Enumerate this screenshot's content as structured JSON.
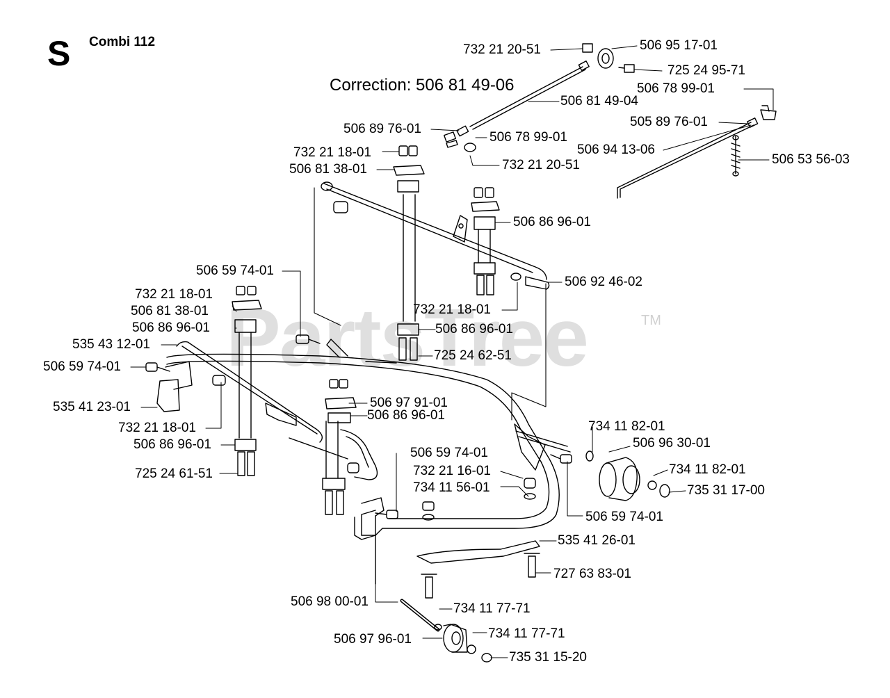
{
  "header": {
    "section_letter": "S",
    "model": "Combi 112",
    "correction": "Correction: 506 81 49-06"
  },
  "watermark": {
    "text": "PartsTree",
    "tm": "TM"
  },
  "parts": [
    "732 21 20-51",
    "506 95 17-01",
    "725 24 95-71",
    "506 78 99-01",
    "506 81 49-04",
    "505 89 76-01",
    "506 89 76-01",
    "506 78 99-01",
    "506 94 13-06",
    "506 53 56-03",
    "732 21 18-01",
    "732 21 20-51",
    "506 81 38-01",
    "506 86 96-01",
    "506 59 74-01",
    "506 92 46-02",
    "732 21 18-01",
    "732 21 18-01",
    "506 81 38-01",
    "506 86 96-01",
    "506 86 96-01",
    "535 43 12-01",
    "725 24 62-51",
    "506 59 74-01",
    "535 41 23-01",
    "506 97 91-01",
    "506 86 96-01",
    "732 21 18-01",
    "734 11 82-01",
    "506 86 96-01",
    "506 96 30-01",
    "506 59 74-01",
    "734 11 82-01",
    "725 24 61-51",
    "732 21 16-01",
    "735 31 17-00",
    "734 11 56-01",
    "506 59 74-01",
    "535 41 26-01",
    "727 63 83-01",
    "506 98 00-01",
    "734 11 77-71",
    "734 11 77-71",
    "506 97 96-01",
    "735 31 15-20"
  ]
}
